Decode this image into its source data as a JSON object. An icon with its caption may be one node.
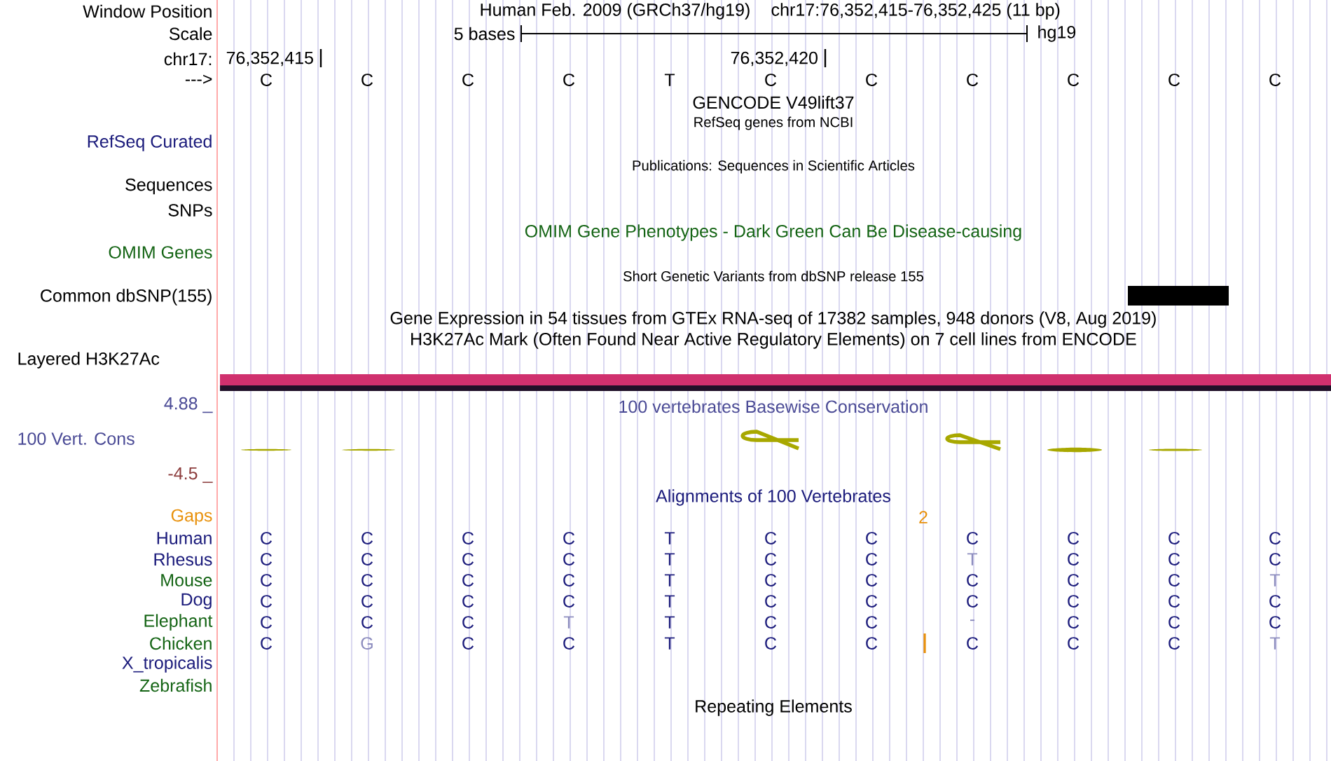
{
  "diagram": {
    "labels": [
      "Window Position",
      "Human Feb. 2009 (GRCh37/hg19)",
      "chr17:76,352,415-76,352,425 (11 bp)",
      "Scale",
      "5 bases",
      "hg19",
      "chr17:",
      "76,352,415",
      "76,352,420",
      "--->",
      "C",
      "C",
      "C",
      "C",
      "T",
      "C",
      "C",
      "C",
      "C",
      "C",
      "C",
      "GENCODE V49lift37",
      "RefSeq genes from NCBI",
      "RefSeq Curated",
      "Publications: Sequences in Scientific Articles",
      "Sequences",
      "SNPs",
      "OMIM Gene Phenotypes - Dark Green Can Be Disease-causing",
      "OMIM Genes",
      "Short Genetic Variants from dbSNP release 155",
      "Common dbSNP(155)",
      "Gene Expression in 54 tissues from GTEx RNA-seq of 17382 samples, 948 donors (V8, Aug 2019)",
      "H3K27Ac Mark (Often Found Near Active Regulatory Elements) on 7 cell lines from ENCODE",
      "Layered H3K27Ac",
      "4.88 _",
      "100 vertebrates Basewise Conservation",
      "100 Vert. Cons",
      "-4.5 _",
      "Alignments of 100 Vertebrates",
      "Gaps",
      "2",
      "Human",
      "C",
      "C",
      "C",
      "C",
      "T",
      "C",
      "C",
      "C",
      "C",
      "C",
      "C",
      "Rhesus",
      "C",
      "C",
      "C",
      "C",
      "T",
      "C",
      "C",
      "T",
      "C",
      "C",
      "C",
      "Mouse",
      "C",
      "C",
      "C",
      "C",
      "T",
      "C",
      "C",
      "C",
      "C",
      "C",
      "T",
      "Dog",
      "C",
      "C",
      "C",
      "C",
      "T",
      "C",
      "C",
      "C",
      "C",
      "C",
      "C",
      "Elephant",
      "C",
      "C",
      "C",
      "T",
      "T",
      "C",
      "C",
      "-",
      "C",
      "C",
      "C",
      "Chicken",
      "C",
      "G",
      "C",
      "C",
      "T",
      "C",
      "C",
      "C",
      "C",
      "C",
      "T",
      "X_tropicalis",
      "Zebrafish",
      "Repeating Elements"
    ]
  }
}
